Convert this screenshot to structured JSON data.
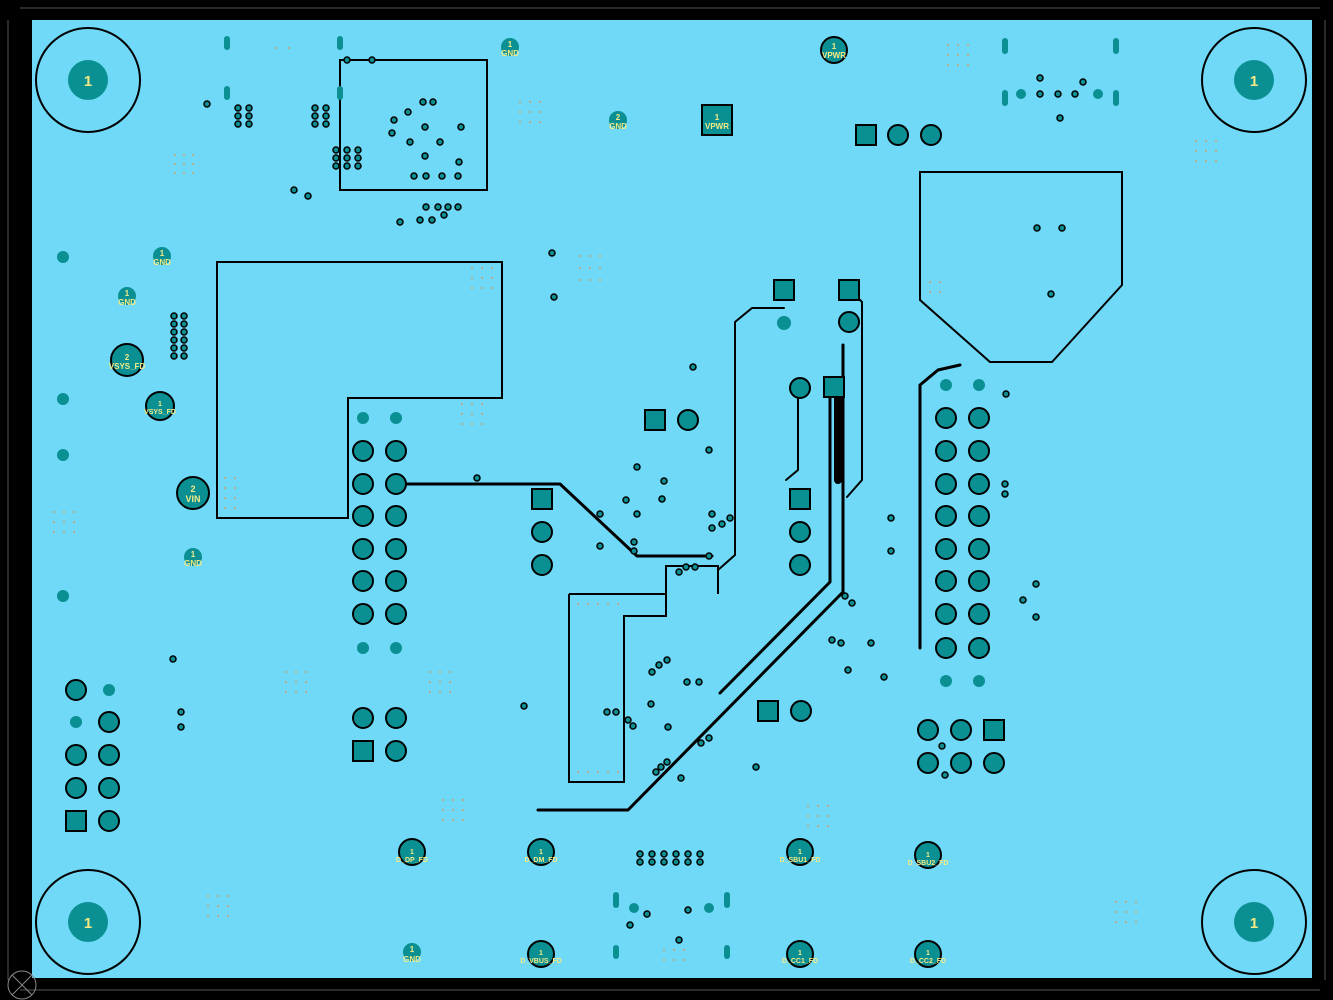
{
  "colors": {
    "board": "#6fd9f7",
    "frame": "#000000",
    "pad": "#0a8f93",
    "outline": "#000000",
    "label": "#f3ea86"
  },
  "mounting_holes": {
    "number": "1"
  },
  "labels": {
    "gnd": "GND",
    "vpwr": "VPWR",
    "vsys_fd": "VSYS_FD",
    "vin": "VIN",
    "dp_fd": "D_DP_FD",
    "dm_fd": "D_DM_FD",
    "sbu1_fd": "D_SBU1_FD",
    "sbu2_fd": "D_SBU2_FD",
    "vbus_fd": "D_VBUS_FD",
    "cc1_fd": "D_CC1_FD",
    "cc2_fd": "D_CC2_FD"
  },
  "pin_numbers": {
    "one": "1",
    "two": "2"
  }
}
